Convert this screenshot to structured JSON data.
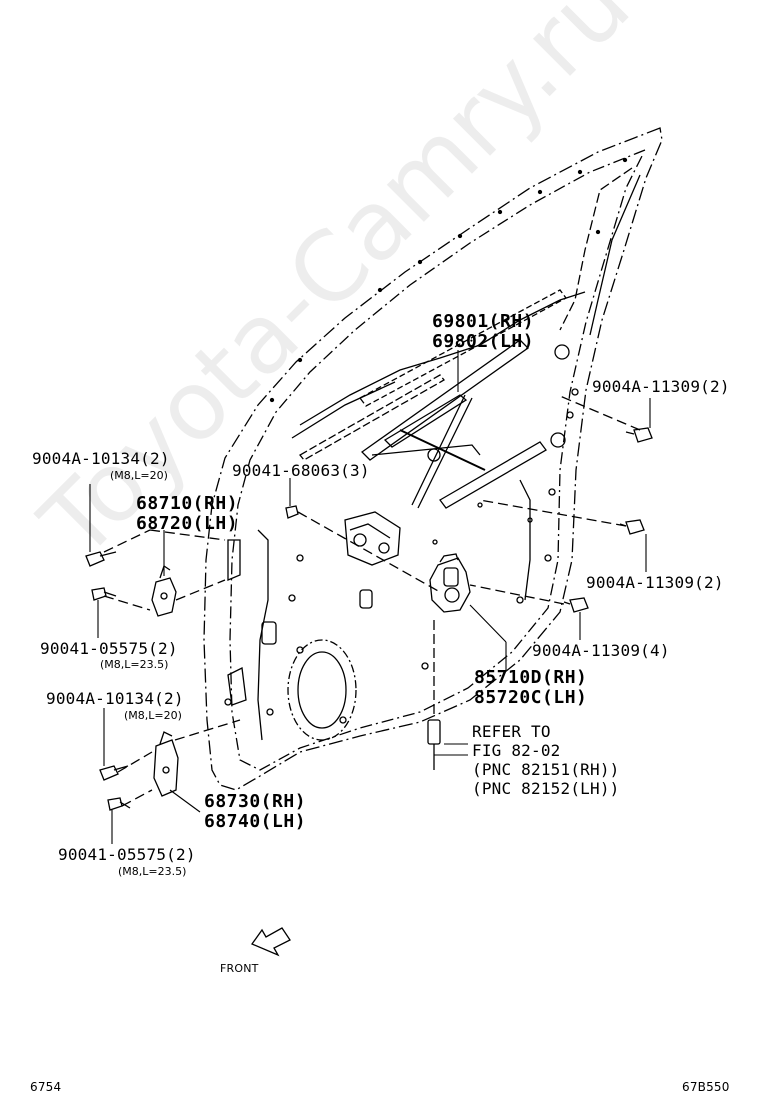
{
  "callouts": {
    "regulator_rh": "69801(RH)",
    "regulator_lh": "69802(LH)",
    "bolt_right_top": "9004A-11309(2)",
    "bolt_left_top": "9004A-10134(2)",
    "bolt_left_top_spec": "(M8,L=20)",
    "bolt_center": "90041-68063(3)",
    "hinge_upper_rh": "68710(RH)",
    "hinge_upper_lh": "68720(LH)",
    "bolt_right_mid": "9004A-11309(2)",
    "bolt_left_mid": "90041-05575(2)",
    "bolt_left_mid_spec": "(M8,L=23.5)",
    "bolt_right_low": "9004A-11309(4)",
    "motor_rh": "85710D(RH)",
    "motor_lh": "85720C(LH)",
    "bolt_left_low": "9004A-10134(2)",
    "bolt_left_low_spec": "(M8,L=20)",
    "refer_line1": "REFER TO",
    "refer_line2": "FIG 82-02",
    "refer_line3": "(PNC 82151(RH))",
    "refer_line4": "(PNC 82152(LH))",
    "hinge_lower_rh": "68730(RH)",
    "hinge_lower_lh": "68740(LH)",
    "bolt_left_bottom": "90041-05575(2)",
    "bolt_left_bottom_spec": "(M8,L=23.5)",
    "front": "FRONT"
  },
  "footer": {
    "left_code": "6754",
    "right_code": "67B550"
  },
  "watermark": "Toyota-Camry.ru",
  "colors": {
    "line": "#000000",
    "watermark": "#e6e6e6"
  }
}
